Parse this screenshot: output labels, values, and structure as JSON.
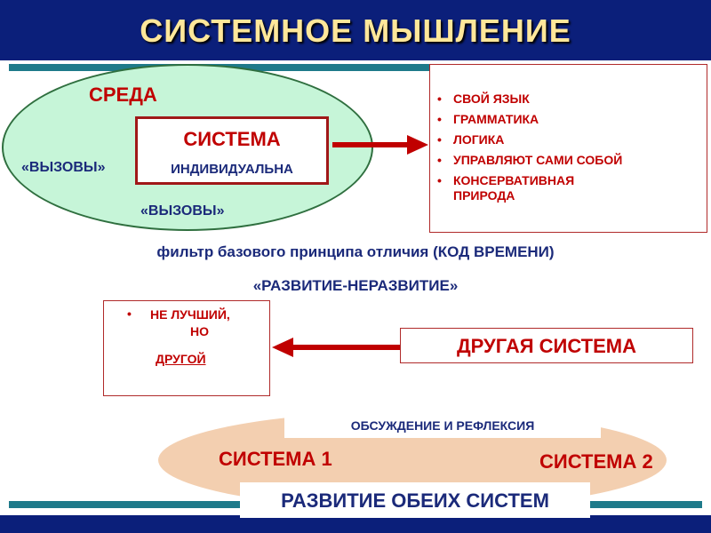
{
  "title": "СИСТЕМНОЕ МЫШЛЕНИЕ",
  "environment": {
    "label": "СРЕДА",
    "challenges_left": "«ВЫЗОВЫ»",
    "challenges_bottom": "«ВЫЗОВЫ»"
  },
  "system_box": {
    "title": "СИСТЕМА",
    "subtitle": "ИНДИВИДУАЛЬНА"
  },
  "properties": {
    "bullet": "•",
    "items": [
      "СВОЙ ЯЗЫК",
      "ГРАММАТИКА",
      "ЛОГИКА",
      "УПРАВЛЯЮТ САМИ СОБОЙ",
      "КОНСЕРВАТИВНАЯ ПРИРОДА"
    ]
  },
  "filter": {
    "line1": "фильтр базового принципа отличия (КОД ВРЕМЕНИ)",
    "line2": "«РАЗВИТИЕ-НЕРАЗВИТИЕ»"
  },
  "comparison": {
    "bullet": "•",
    "line1": "НЕ ЛУЧШИЙ,",
    "line2": "НО",
    "line3": "ДРУГОЙ"
  },
  "other_system": "ДРУГАЯ СИСТЕМА",
  "discussion": "ОБСУЖДЕНИЕ И РЕФЛЕКСИЯ",
  "system1": "СИСТЕМА 1",
  "system2": "СИСТЕМА 2",
  "development": "РАЗВИТИЕ ОБЕИХ СИСТЕМ",
  "colors": {
    "header": "#0b1f7a",
    "title": "#ffe79a",
    "accent_red": "#c00000",
    "navy": "#1b2a7a",
    "teal": "#1e7a8a",
    "green_fill": "#c6f5d8",
    "beige_fill": "#f3cfb0"
  }
}
